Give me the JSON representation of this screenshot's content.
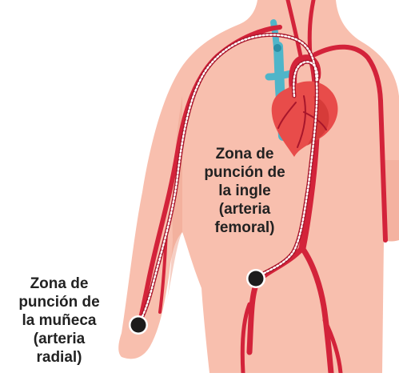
{
  "colors": {
    "skin": "#f8bfae",
    "skin_shade": "#efa592",
    "artery": "#d3233a",
    "artery_dark": "#a8162b",
    "vein": "#4fb5c9",
    "heart": "#e84c4a",
    "heart_dark": "#c9302f",
    "catheter_dots": "#ffffff",
    "marker": "#1c1c1c",
    "label_text": "#222222"
  },
  "labels": {
    "femoral": [
      "Zona de",
      "punción de",
      "la ingle",
      "(arteria",
      "femoral)"
    ],
    "radial": [
      "Zona de",
      "punción de",
      "la muñeca",
      "(arteria",
      "radial)"
    ]
  },
  "icons": {
    "heart": "heart-icon",
    "puncture_marker": "puncture-point-icon"
  }
}
